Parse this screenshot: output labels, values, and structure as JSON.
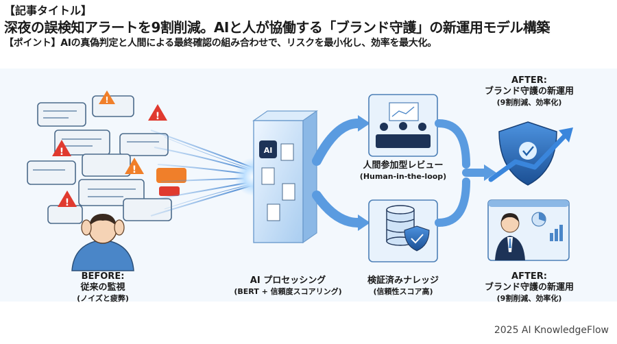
{
  "header": {
    "tag": "【記事タイトル】",
    "title": "深夜の誤検知アラートを9割削減。AIと人が協働する「ブランド守護」の新運用モデル構築",
    "subtitle": "【ポイント】AIの真偽判定と人間による最終確認の組み合わせで、リスクを最小化し、効率を最大化。"
  },
  "before": {
    "l1": "BEFORE:",
    "l2": "従来の監視",
    "l3": "(ノイズと疲弊)"
  },
  "processing": {
    "l1": "AI プロセッシング",
    "l2": "(BERT + 信頼度スコアリング)",
    "chip": "AI"
  },
  "review": {
    "l1": "人間参加型レビュー",
    "l2": "(Human-in-the-loop)"
  },
  "knowledge": {
    "l1": "検証済みナレッジ",
    "l2": "(信頼性スコア高)"
  },
  "after_top": {
    "l1": "AFTER:",
    "l2": "ブランド守護の新運用",
    "l3": "(9割削減、効率化)"
  },
  "after_bottom": {
    "l1": "AFTER:",
    "l2": "ブランド守護の新運用",
    "l3": "(9割削減、効率化)"
  },
  "footer": {
    "brand": "2025 AI KnowledgeFlow"
  },
  "colors": {
    "primary": "#1f5fa8",
    "light": "#cfe3f7",
    "alert": "#e03a2f",
    "warn": "#f07f2a",
    "navy": "#1d3357"
  }
}
